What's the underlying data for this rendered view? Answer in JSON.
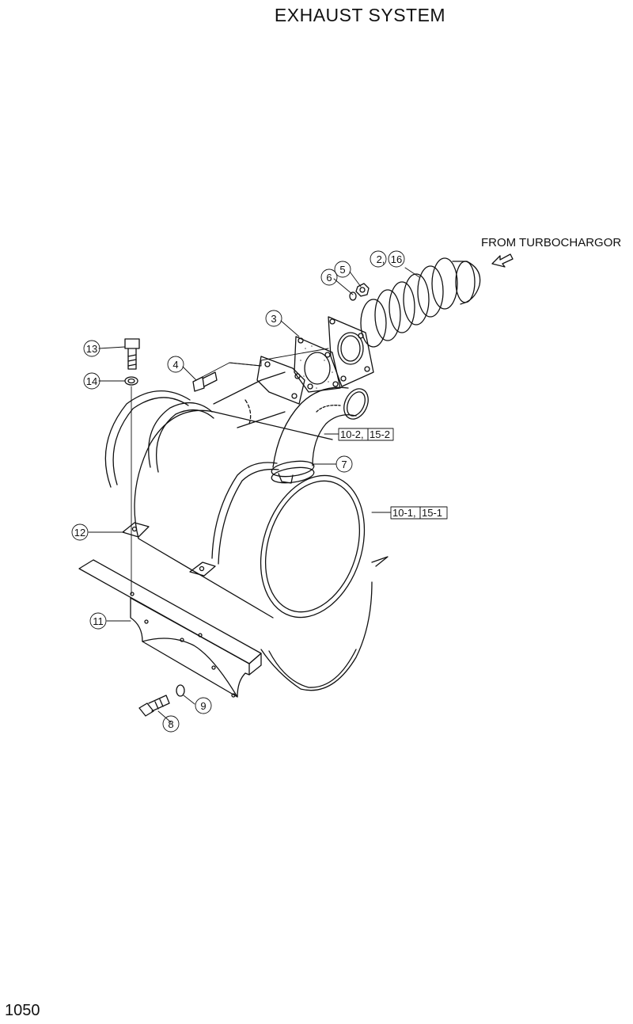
{
  "title": "EXHAUST SYSTEM",
  "page_number": "1050",
  "note": "FROM TURBOCHARGOR",
  "callouts": {
    "c13": "13",
    "c14": "14",
    "c4": "4",
    "c3": "3",
    "c6": "6",
    "c5": "5",
    "c2": "2,",
    "c16": "16",
    "c7": "7",
    "c12": "12",
    "c11": "11",
    "c9": "9",
    "c8": "8"
  },
  "box_labels": {
    "b102": "10-2,",
    "b152": "15-2",
    "b101": "10-1,",
    "b151": "15-1"
  }
}
